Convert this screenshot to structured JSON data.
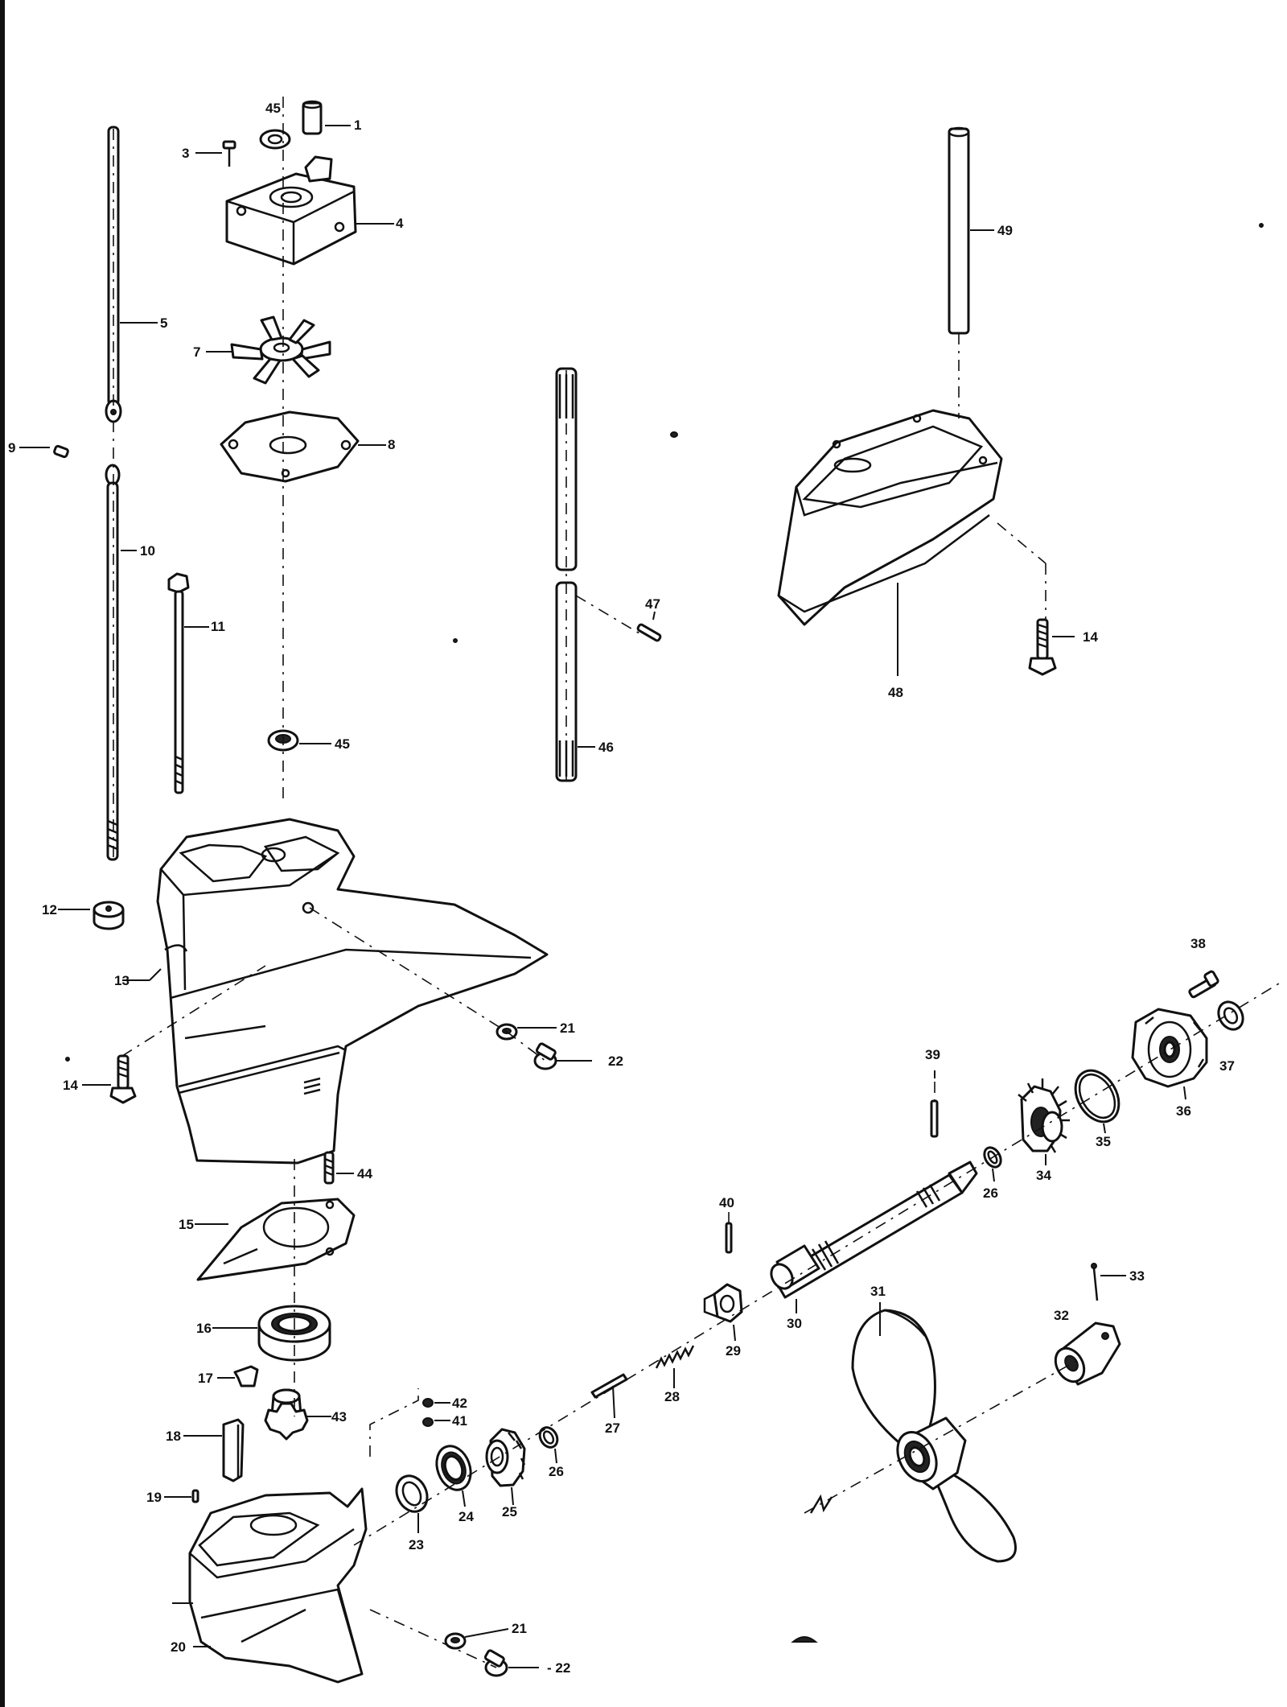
{
  "callouts": {
    "c1": "1",
    "c3": "3",
    "c4": "4",
    "c5": "5",
    "c7": "7",
    "c8": "8",
    "c9": "9",
    "c10": "10",
    "c11": "11",
    "c12": "12",
    "c13": "13",
    "c14a": "14",
    "c14b": "14",
    "c15": "15",
    "c16": "16",
    "c17": "17",
    "c18": "18",
    "c19": "19",
    "c20": "20",
    "c21a": "21",
    "c21b": "21",
    "c22a": "22",
    "c22b": "- 22",
    "c23": "23",
    "c24": "24",
    "c25": "25",
    "c26a": "26",
    "c26b": "26",
    "c27": "27",
    "c28": "28",
    "c29": "29",
    "c30": "30",
    "c31": "31",
    "c32": "32",
    "c33": "33",
    "c34": "34",
    "c35": "35",
    "c36": "36",
    "c37": "37",
    "c38": "38",
    "c39": "39",
    "c40": "40",
    "c41": "41",
    "c42": "42",
    "c43": "43",
    "c44": "44",
    "c45a": "45",
    "c45b": "45",
    "c46": "46",
    "c47": "47",
    "c48": "48",
    "c49": "49"
  }
}
